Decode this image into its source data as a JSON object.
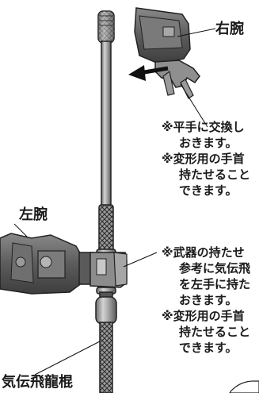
{
  "labels": {
    "right_arm": "右腕",
    "left_arm": "左腕",
    "staff": "気伝飛龍棍"
  },
  "note_top": [
    "※平手に交換し",
    "おきます。",
    "※変形用の手首",
    "持たせること",
    "できます。"
  ],
  "note_bottom": [
    "※武器の持たせ",
    "参考に気伝飛",
    "を左手に持た",
    "おきます。",
    "※変形用の手首",
    "持たせること",
    "できます。"
  ]
}
